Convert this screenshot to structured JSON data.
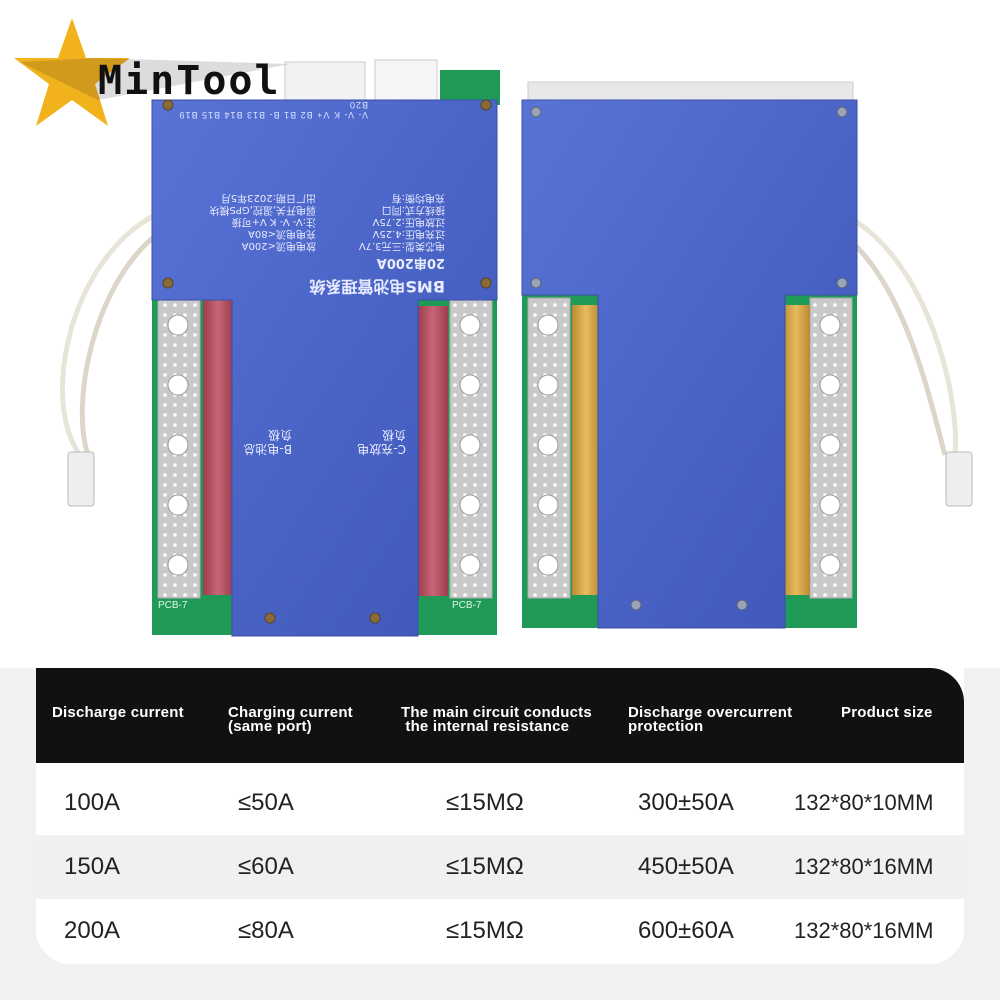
{
  "brand": {
    "logo_text": "MinTool"
  },
  "board": {
    "title": "BMS电池管理系统",
    "spec_line": "20串200A",
    "spec_lines": [
      "电芯类型:三元3.7V",
      "过充电压:4.25V",
      "过放电压:2.75V",
      "接线方式:同口",
      "充电均衡:有",
      "放电电流<200A",
      "充电电流<80A",
      "注:V- V- K V+可接",
      "弱电开关,温控,GPS模块",
      "出厂日期:2023年5月"
    ],
    "b_terminal": "B-电池总负极",
    "c_terminal": "C-充放电负极",
    "pcb_label": "PCB-7",
    "pins": [
      "V-",
      "V-",
      "K",
      "V+",
      "B2",
      "B1",
      "B-",
      "B13",
      "B14",
      "B15",
      "B19",
      "B20"
    ]
  },
  "table": {
    "headers": [
      [
        "Discharge current"
      ],
      [
        "Charging current",
        "(same port)"
      ],
      [
        "The main circuit conducts",
        " the internal resistance"
      ],
      [
        "Discharge overcurrent",
        "protection"
      ],
      [
        "Product size"
      ]
    ],
    "rows": [
      [
        "100A",
        "≤50A",
        "≤15MΩ",
        "300±50A",
        "132*80*10MM"
      ],
      [
        "150A",
        "≤60A",
        "≤15MΩ",
        "450±50A",
        "132*80*16MM"
      ],
      [
        "200A",
        "≤80A",
        "≤15MΩ",
        "600±60A",
        "132*80*16MM"
      ]
    ]
  },
  "colors": {
    "plate": "#4d66c9",
    "pcb": "#1f9a57",
    "copper": "#d9a64b",
    "header_bg": "#111111"
  }
}
